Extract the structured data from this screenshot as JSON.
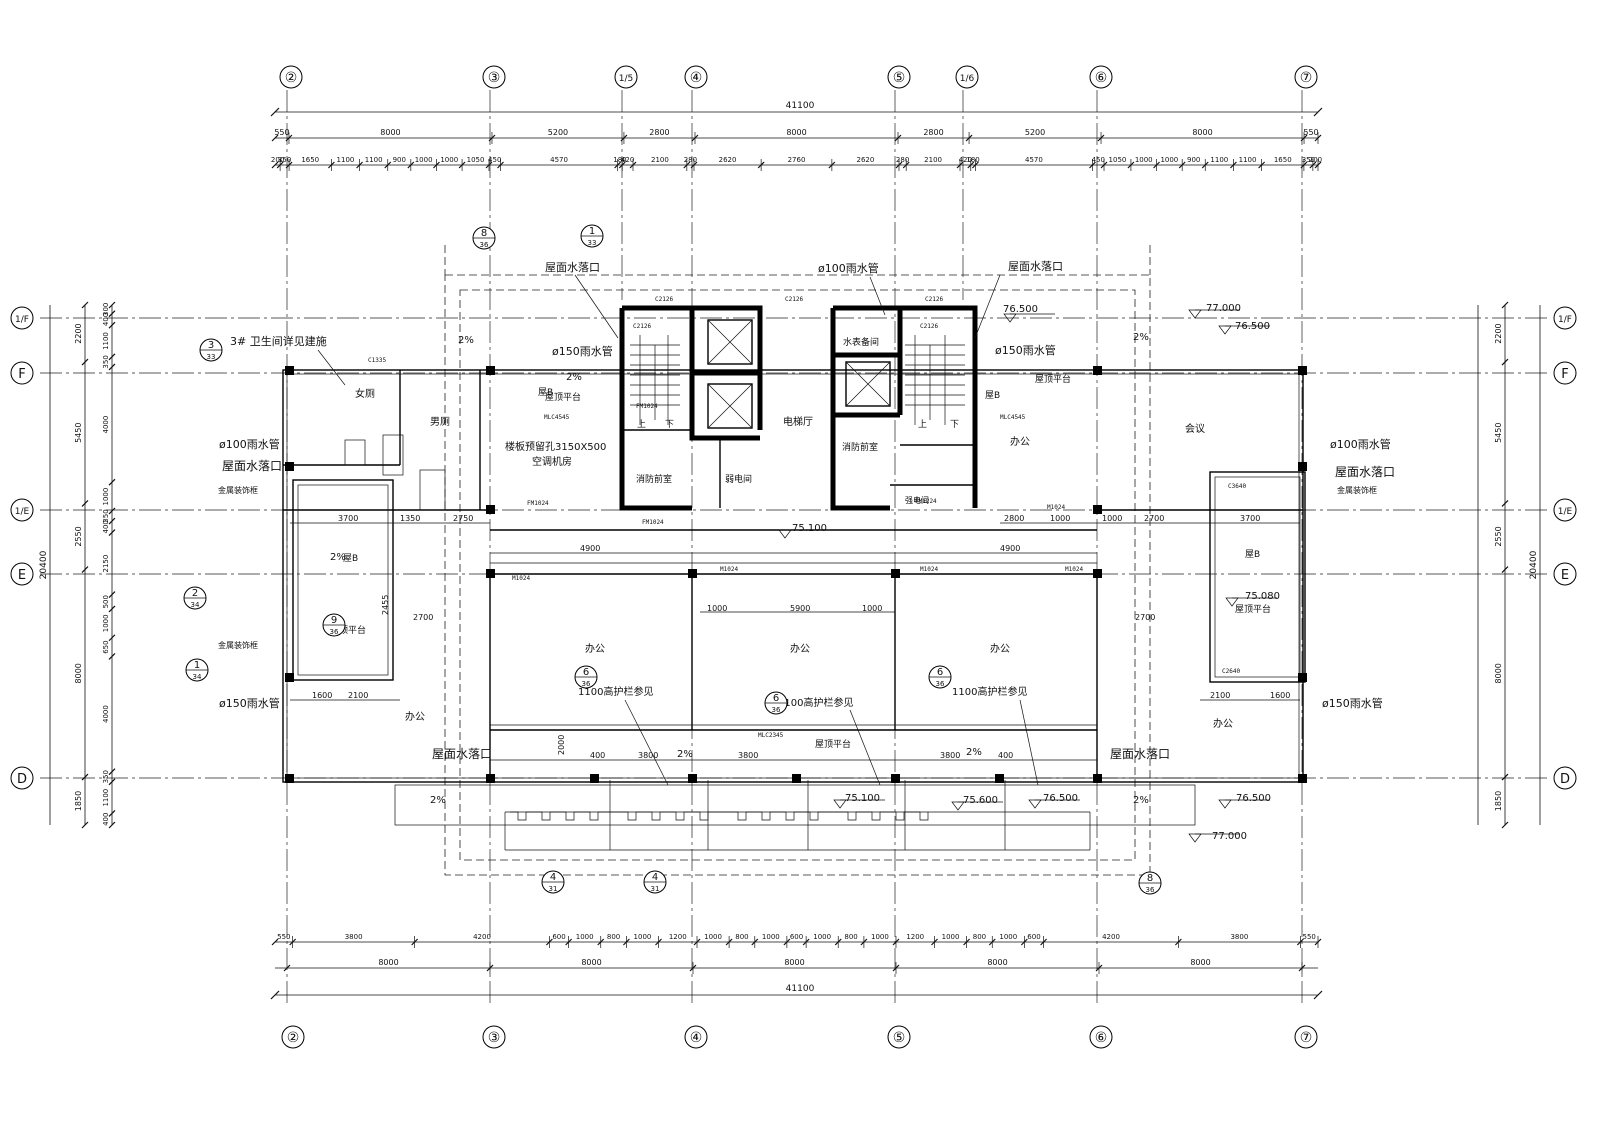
{
  "axes": {
    "top": [
      "②",
      "③",
      "1/5",
      "④",
      "⑤",
      "1/6",
      "⑥",
      "⑦"
    ],
    "bottom": [
      "②",
      "③",
      "④",
      "⑤",
      "⑥",
      "⑦"
    ],
    "left": [
      "1/F",
      "F",
      "1/E",
      "E",
      "D"
    ],
    "right": [
      "1/F",
      "F",
      "1/E",
      "E",
      "D"
    ]
  },
  "dims": {
    "top_total": "41100",
    "top_row1": [
      "550",
      "8000",
      "5200",
      "2800",
      "8000",
      "2800",
      "5200",
      "8000",
      "550"
    ],
    "top_row2": [
      "200",
      "350",
      "1650",
      "1100",
      "1100",
      "900",
      "1000",
      "1000",
      "1050",
      "450",
      "4570",
      "180",
      "420",
      "2100",
      "280",
      "2620",
      "2760",
      "2620",
      "280",
      "2100",
      "420",
      "180",
      "4570",
      "450",
      "1050",
      "1000",
      "1000",
      "900",
      "1100",
      "1100",
      "1650",
      "350",
      "200"
    ],
    "bottom_row1": [
      "550",
      "3800",
      "4200",
      "600",
      "1000",
      "800",
      "1000",
      "1200",
      "1000",
      "800",
      "1000",
      "600",
      "1000",
      "800",
      "1000",
      "1200",
      "1000",
      "800",
      "1000",
      "600",
      "4200",
      "3800",
      "550"
    ],
    "bottom_row2": [
      "8000",
      "8000",
      "8000",
      "8000",
      "8000"
    ],
    "bottom_total": "41100",
    "left_outer": [
      "2200",
      "5450",
      "2550",
      "8000",
      "1850"
    ],
    "left_inner": [
      "300",
      "400",
      "1100",
      "350",
      "4000",
      "1000",
      "350",
      "400",
      "2150",
      "500",
      "1000",
      "650",
      "4000",
      "350",
      "1100",
      "400"
    ],
    "left_total": "20400",
    "right_outer": [
      "2200",
      "5450",
      "2550",
      "8000",
      "1850"
    ],
    "right_total": "20400",
    "mid": [
      "3700",
      "1350",
      "2750",
      "4900",
      "4900",
      "2800",
      "1000",
      "1000",
      "2700",
      "5900",
      "1000",
      "1000",
      "2700",
      "1600",
      "2100",
      "2100",
      "1600",
      "3800",
      "3800",
      "3800",
      "400",
      "400",
      "2000",
      "2455",
      "2700",
      "3700"
    ]
  },
  "rooms": {
    "women_wc": "女厕",
    "men_wc": "男厕",
    "elevator_hall": "电梯厅",
    "water_room": "水表备间",
    "fire_front_left": "消防前室",
    "fire_front_right": "消防前室",
    "weak_elec": "弱电间",
    "strong_elec": "强电间",
    "meeting": "会议",
    "office_right_top": "办公",
    "office_1": "办公",
    "office_2": "办公",
    "office_3": "办公",
    "office_left": "办公",
    "office_right": "办公",
    "roof_platform_1": "屋顶平台",
    "roof_platform_2": "屋顶平台",
    "roof_platform_3": "屋顶平台",
    "roof_platform_4": "屋顶平台",
    "roof_platform_main": "屋顶平台",
    "ac_room": "空调机房",
    "stair_up_l": "上",
    "stair_down_l": "下",
    "stair_up_r": "上",
    "stair_down_r": "下"
  },
  "notes": {
    "roof_drain_top_l": "屋面水落口",
    "roof_drain_top_r": "屋面水落口",
    "rain_pipe_100_top": "ø100雨水管",
    "rain_pipe_150_l": "ø150雨水管",
    "rain_pipe_150_r": "ø150雨水管",
    "rain_pipe_100_left": "ø100雨水管",
    "rain_pipe_100_right": "ø100雨水管",
    "roof_drain_left": "屋面水落口",
    "roof_drain_right": "屋面水落口",
    "deco_frame_l1": "金属装饰框",
    "deco_frame_l2": "金属装饰框",
    "deco_frame_r": "金属装饰框",
    "rain_pipe_150_bl": "ø150雨水管",
    "rain_pipe_150_br": "ø150雨水管",
    "roof_drain_bl": "屋面水落口",
    "roof_drain_br": "屋面水落口",
    "wc_detail": "3# 卫生间详见建施",
    "slab_hole": "楼板预留孔3150X500",
    "rail_1": "1100高护栏参见",
    "rail_2": "1100高护栏参见",
    "rail_3": "1100高护栏参见",
    "roof_b_1": "屋B",
    "roof_b_2": "屋B",
    "roof_b_3": "屋B",
    "roof_b_4": "屋B"
  },
  "levels": {
    "l1": "76.500",
    "l2": "77.000",
    "l3": "76.500",
    "l4": "75.100",
    "l5": "75.080",
    "l6": "75.100",
    "l7": "75.600",
    "l8": "76.500",
    "l9": "76.500",
    "l10": "77.000"
  },
  "slopes": [
    "2%",
    "2%",
    "2%",
    "2%",
    "2%",
    "2%",
    "2%",
    "2%"
  ],
  "details": [
    {
      "n": "8",
      "s": "36"
    },
    {
      "n": "1",
      "s": "33"
    },
    {
      "n": "3",
      "s": "33"
    },
    {
      "n": "2",
      "s": "34"
    },
    {
      "n": "9",
      "s": "36"
    },
    {
      "n": "1",
      "s": "34"
    },
    {
      "n": "6",
      "s": "36"
    },
    {
      "n": "6",
      "s": "36"
    },
    {
      "n": "6",
      "s": "36"
    },
    {
      "n": "4",
      "s": "31"
    },
    {
      "n": "4",
      "s": "31"
    },
    {
      "n": "8",
      "s": "36"
    }
  ],
  "tags": [
    "C2126",
    "C2126",
    "C2126",
    "C2126",
    "C2126",
    "C1335",
    "FM1024",
    "FM1024",
    "M1024",
    "M1024",
    "M1024",
    "M1024",
    "MLC4545",
    "MLC4545",
    "MLC2345",
    "C3640",
    "C2640",
    "FM1024",
    "FM1224",
    "M1024"
  ]
}
